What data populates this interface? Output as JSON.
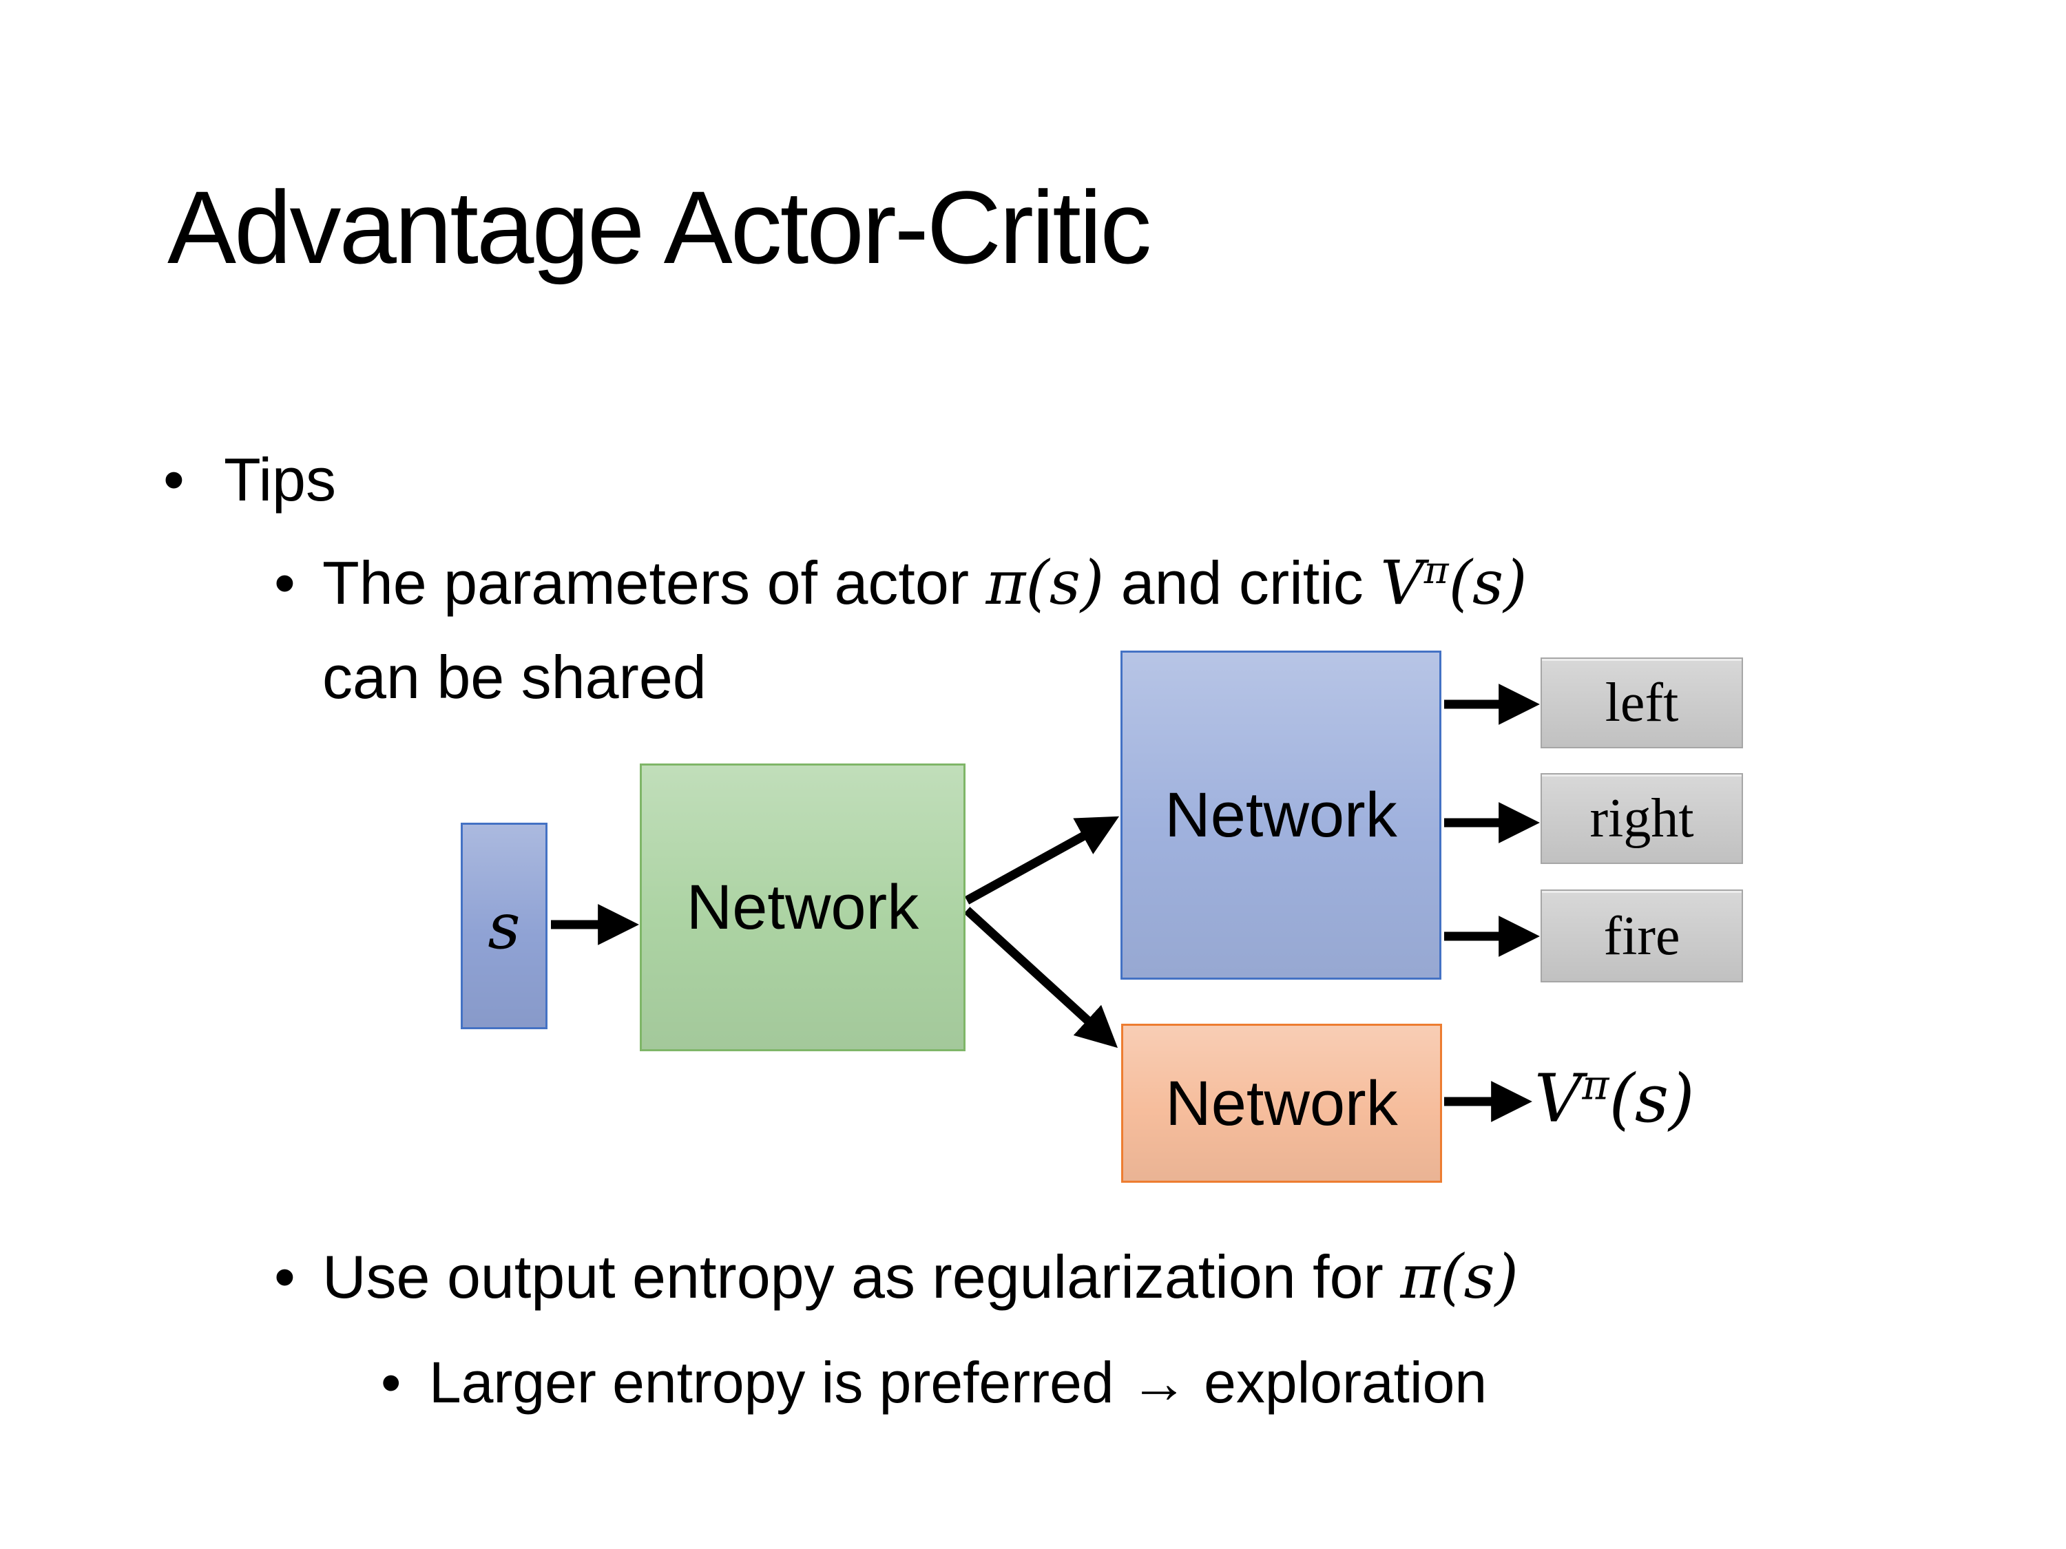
{
  "slide": {
    "bullet_char": "•",
    "title": "Advantage Actor-Critic",
    "tips_label": "Tips",
    "param_bullet": {
      "pre": "The parameters of actor ",
      "actor_math": {
        "pi": "π",
        "args": "(s)"
      },
      "mid": "  and critic ",
      "critic_math": {
        "base": "V",
        "sup": "π",
        "args": "(s)"
      },
      "line2": "can be shared"
    },
    "entropy_bullet": {
      "pre": "Use output entropy as regularization for ",
      "math": {
        "pi": "π",
        "args": "(s)"
      }
    },
    "exploration_bullet": "Larger entropy is preferred → exploration"
  },
  "diagram": {
    "state_label": "s",
    "shared_network_label": "Network",
    "actor_network_label": "Network",
    "critic_network_label": "Network",
    "actions": [
      "left",
      "right",
      "fire"
    ],
    "critic_output": {
      "base": "V",
      "sup": "π",
      "args": "(s)"
    },
    "colors": {
      "state_fill": "#8FA2D4",
      "state_border": "#4472C4",
      "shared_fill": "#ACD3A3",
      "shared_border": "#7FB668",
      "actor_fill": "#9FB1DD",
      "actor_border": "#4472C4",
      "critic_fill": "#F6BD9C",
      "critic_border": "#ED7D31",
      "action_fill": "#CBCBCB",
      "action_border": "#A6A6A6",
      "arrow": "#000000"
    }
  }
}
